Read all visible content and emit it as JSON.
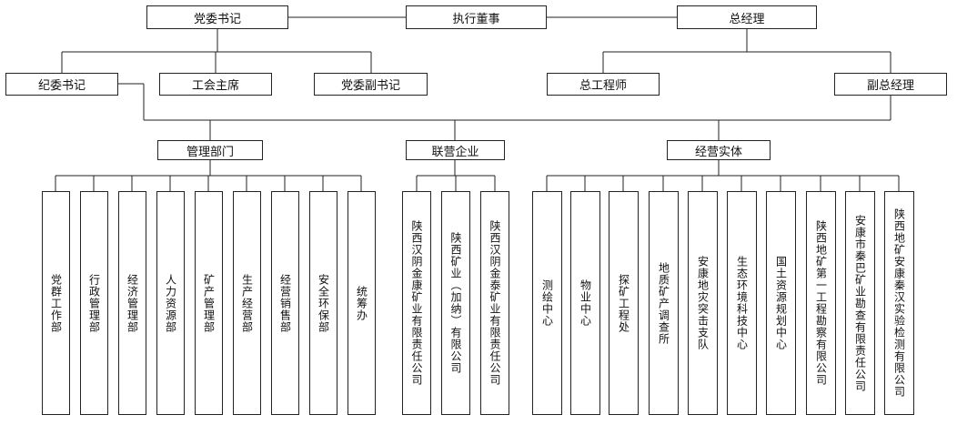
{
  "diagram": {
    "top": {
      "executive": "执行董事",
      "party_secretary": "党委书记",
      "general_manager": "总经理"
    },
    "second": {
      "discipline_secretary": "纪委书记",
      "union_chair": "工会主席",
      "deputy_party_secretary": "党委副书记",
      "chief_engineer": "总工程师",
      "deputy_gm": "副总经理"
    },
    "groups": {
      "management": {
        "label": "管理部门",
        "items": [
          "党群工作部",
          "行政管理部",
          "经济管理部",
          "人力资源部",
          "矿产管理部",
          "生产经营部",
          "经营销售部",
          "安全环保部",
          "统筹办"
        ]
      },
      "joint": {
        "label": "联营企业",
        "items": [
          "陕西汉阴金康矿业有限责任公司",
          "陕西矿业（加纳）有限公司",
          "陕西汉阴金泰矿业有限责任公司"
        ]
      },
      "business": {
        "label": "经营实体",
        "items": [
          "测绘中心",
          "物业中心",
          "探矿工程处",
          "地质矿产调查所",
          "安康地灾突击支队",
          "生态环境科技中心",
          "国土资源规划中心",
          "陕西地矿第一工程勘察有限公司",
          "安康市秦巴矿业勘查有限责任公司",
          "陕西地矿安康秦汉实验检测有限公司"
        ]
      }
    }
  }
}
